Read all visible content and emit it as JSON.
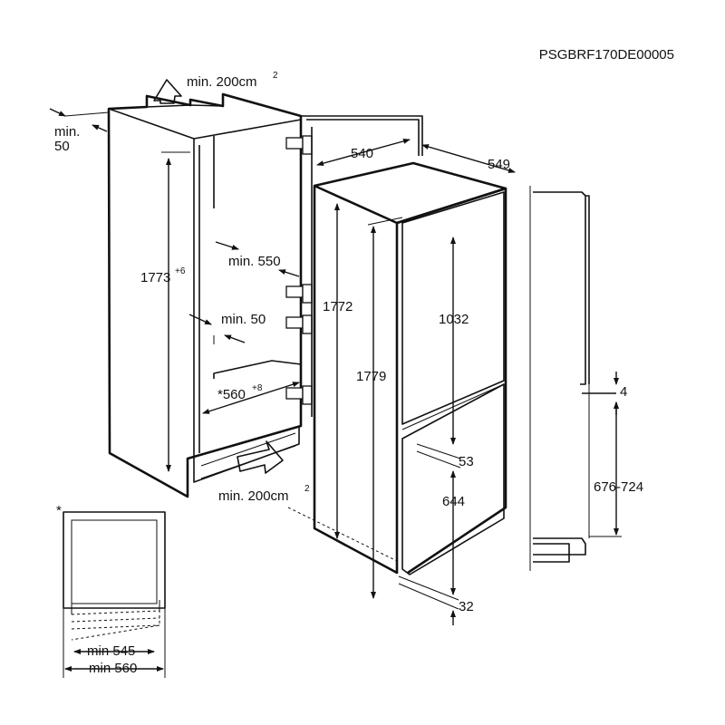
{
  "doc_code": "PSGBRF170DE00005",
  "ventilation": {
    "top_label": "min. 200cm",
    "top_sup": "2",
    "bottom_label": "min. 200cm",
    "bottom_sup": "2"
  },
  "niche": {
    "gap_top": "min.",
    "gap_top_value": "50",
    "height": "1773",
    "height_sup": "+6",
    "depth_min": "min. 550",
    "side_min": "min. 50",
    "width": "*560",
    "width_sup": "+8"
  },
  "appliance": {
    "width": "540",
    "depth": "549",
    "height_body": "1772",
    "height_total": "1779",
    "fridge_door": "1032",
    "door_gap": "53",
    "freezer_door": "644",
    "bottom_gap": "32"
  },
  "side_view": {
    "offset": "4",
    "range": "676-724"
  },
  "inset": {
    "star": "*",
    "min1": "min 545",
    "min2": "min 560"
  }
}
